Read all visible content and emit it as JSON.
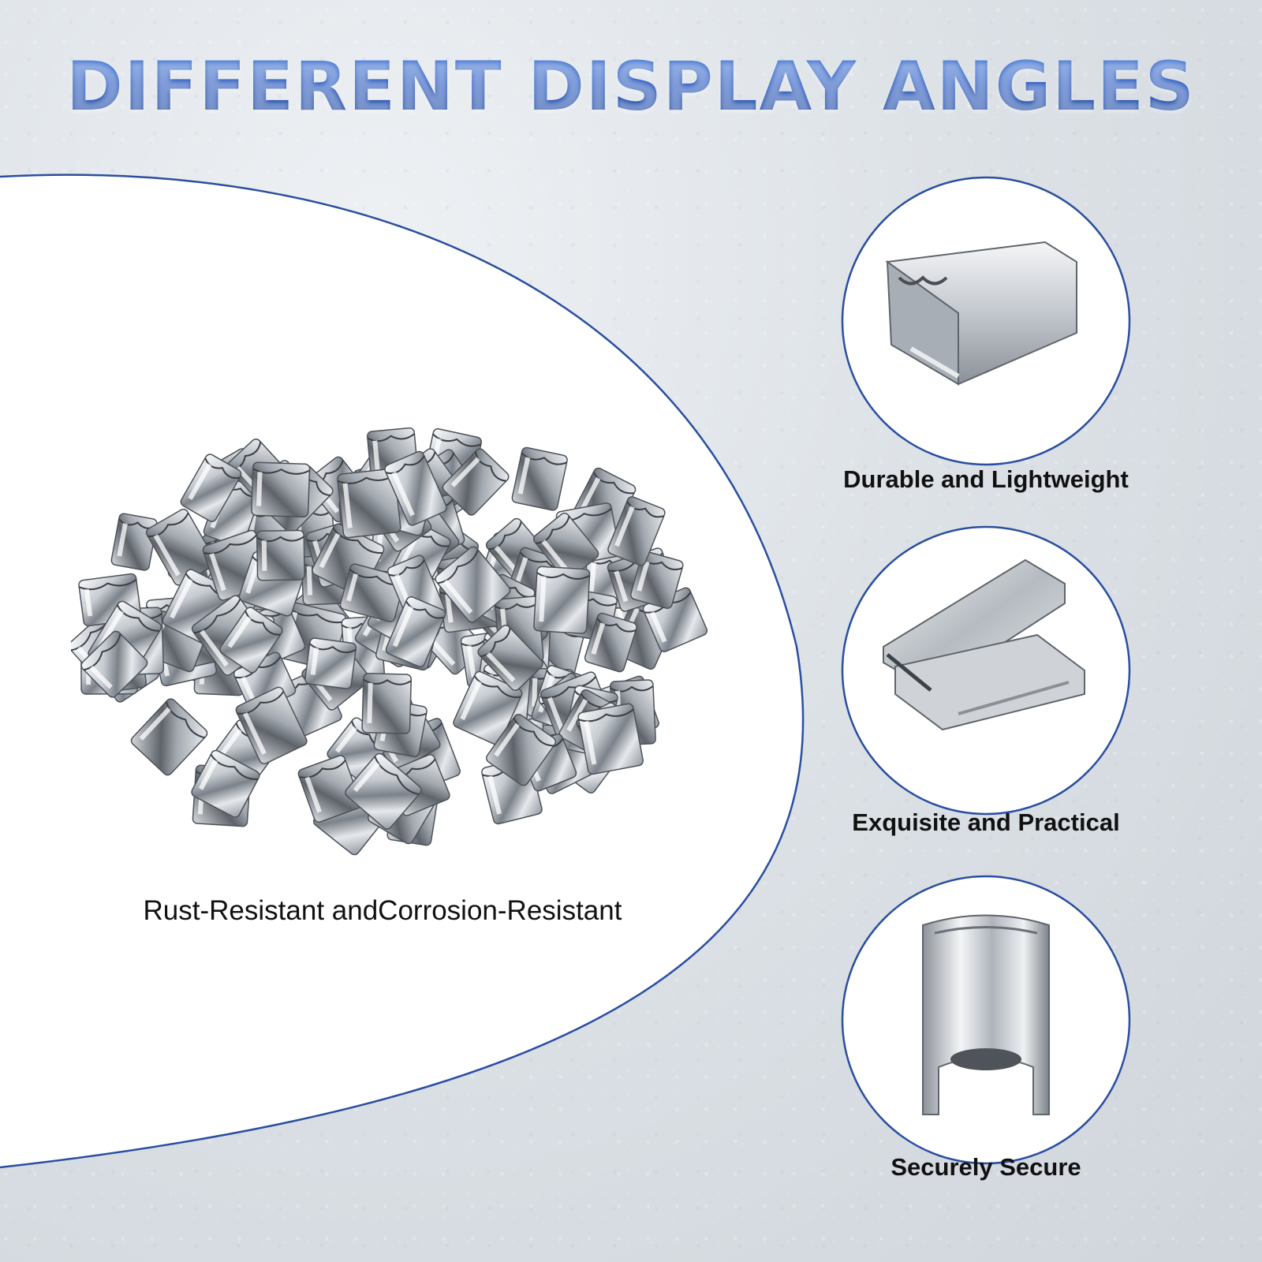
{
  "title": "DIFFERENT DISPLAY ANGLES",
  "colors": {
    "title_blue": "#2d5cc0",
    "arc_blue": "#2a4fa0",
    "metal_light": "#f2f4f6",
    "metal_dark": "#6b7078"
  },
  "pile": {
    "label": "Rust-Resistant andCorrosion-Resistant",
    "image_name": "pile-of-stainless-steel-clips"
  },
  "views": [
    {
      "label": "Durable and Lightweight",
      "image_name": "clip-side-view"
    },
    {
      "label": "Exquisite and Practical",
      "image_name": "clip-angled-view"
    },
    {
      "label": "Securely Secure",
      "image_name": "clip-front-view"
    }
  ]
}
